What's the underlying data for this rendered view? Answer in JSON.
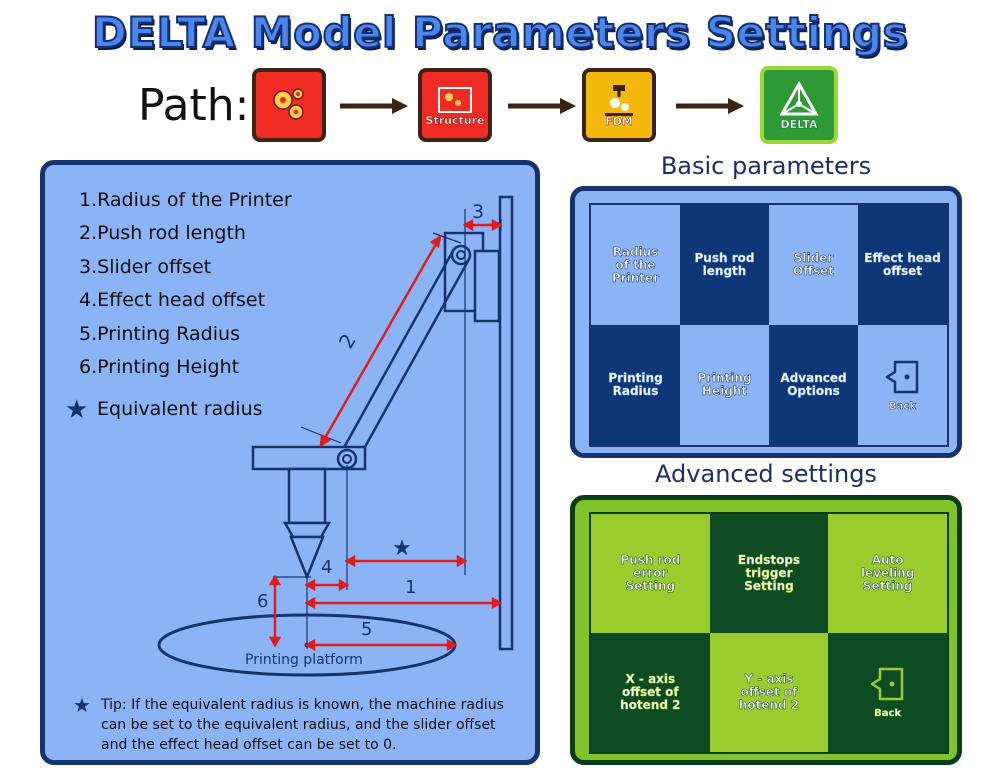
{
  "title": "DELTA Model Parameters Settings",
  "path": {
    "label": "Path:",
    "steps": [
      {
        "icon": "gears-icon",
        "caption": "",
        "bg": "#ef2b24"
      },
      {
        "icon": "structure-icon",
        "caption": "Structure",
        "bg": "#ef2b24"
      },
      {
        "icon": "fdm-printer-icon",
        "caption": "FDM",
        "bg": "#f5b80c"
      },
      {
        "icon": "delta-icon",
        "caption": "DELTA",
        "bg": "#2e9a35"
      }
    ]
  },
  "legend": {
    "items": [
      "1.Radius of the Printer",
      "2.Push rod length",
      "3.Slider offset",
      "4.Effect head offset",
      "5.Printing Radius",
      "6.Printing Height"
    ],
    "star_item": "Equivalent radius"
  },
  "diagram": {
    "labels": [
      "3",
      "2",
      "4",
      "1",
      "6",
      "5"
    ],
    "platform_label": "Printing platform"
  },
  "tip": "Tip: If the equivalent radius is known, the machine radius can be set to the equivalent radius, and the slider offset and the effect head offset can be set to 0.",
  "basic": {
    "heading": "Basic parameters",
    "cells": [
      [
        "Radius",
        "of the",
        "Printer"
      ],
      [
        "Push rod",
        "length"
      ],
      [
        "Slider",
        "Offset"
      ],
      [
        "Effect head",
        "offset"
      ],
      [
        "Printing",
        "Radius"
      ],
      [
        "Printing",
        "Height"
      ],
      [
        "Advanced",
        "Options"
      ]
    ],
    "back_label": "Back"
  },
  "advanced": {
    "heading": "Advanced settings",
    "cells": [
      [
        "Push rod",
        "error",
        "Setting"
      ],
      [
        "Endstops",
        "trigger",
        "Setting"
      ],
      [
        "Auto",
        "leveling",
        "Setting"
      ],
      [
        "X - axis",
        "offset of",
        "hotend 2"
      ],
      [
        "Y - axis",
        "offset of",
        "hotend 2"
      ]
    ],
    "back_label": "Back"
  }
}
